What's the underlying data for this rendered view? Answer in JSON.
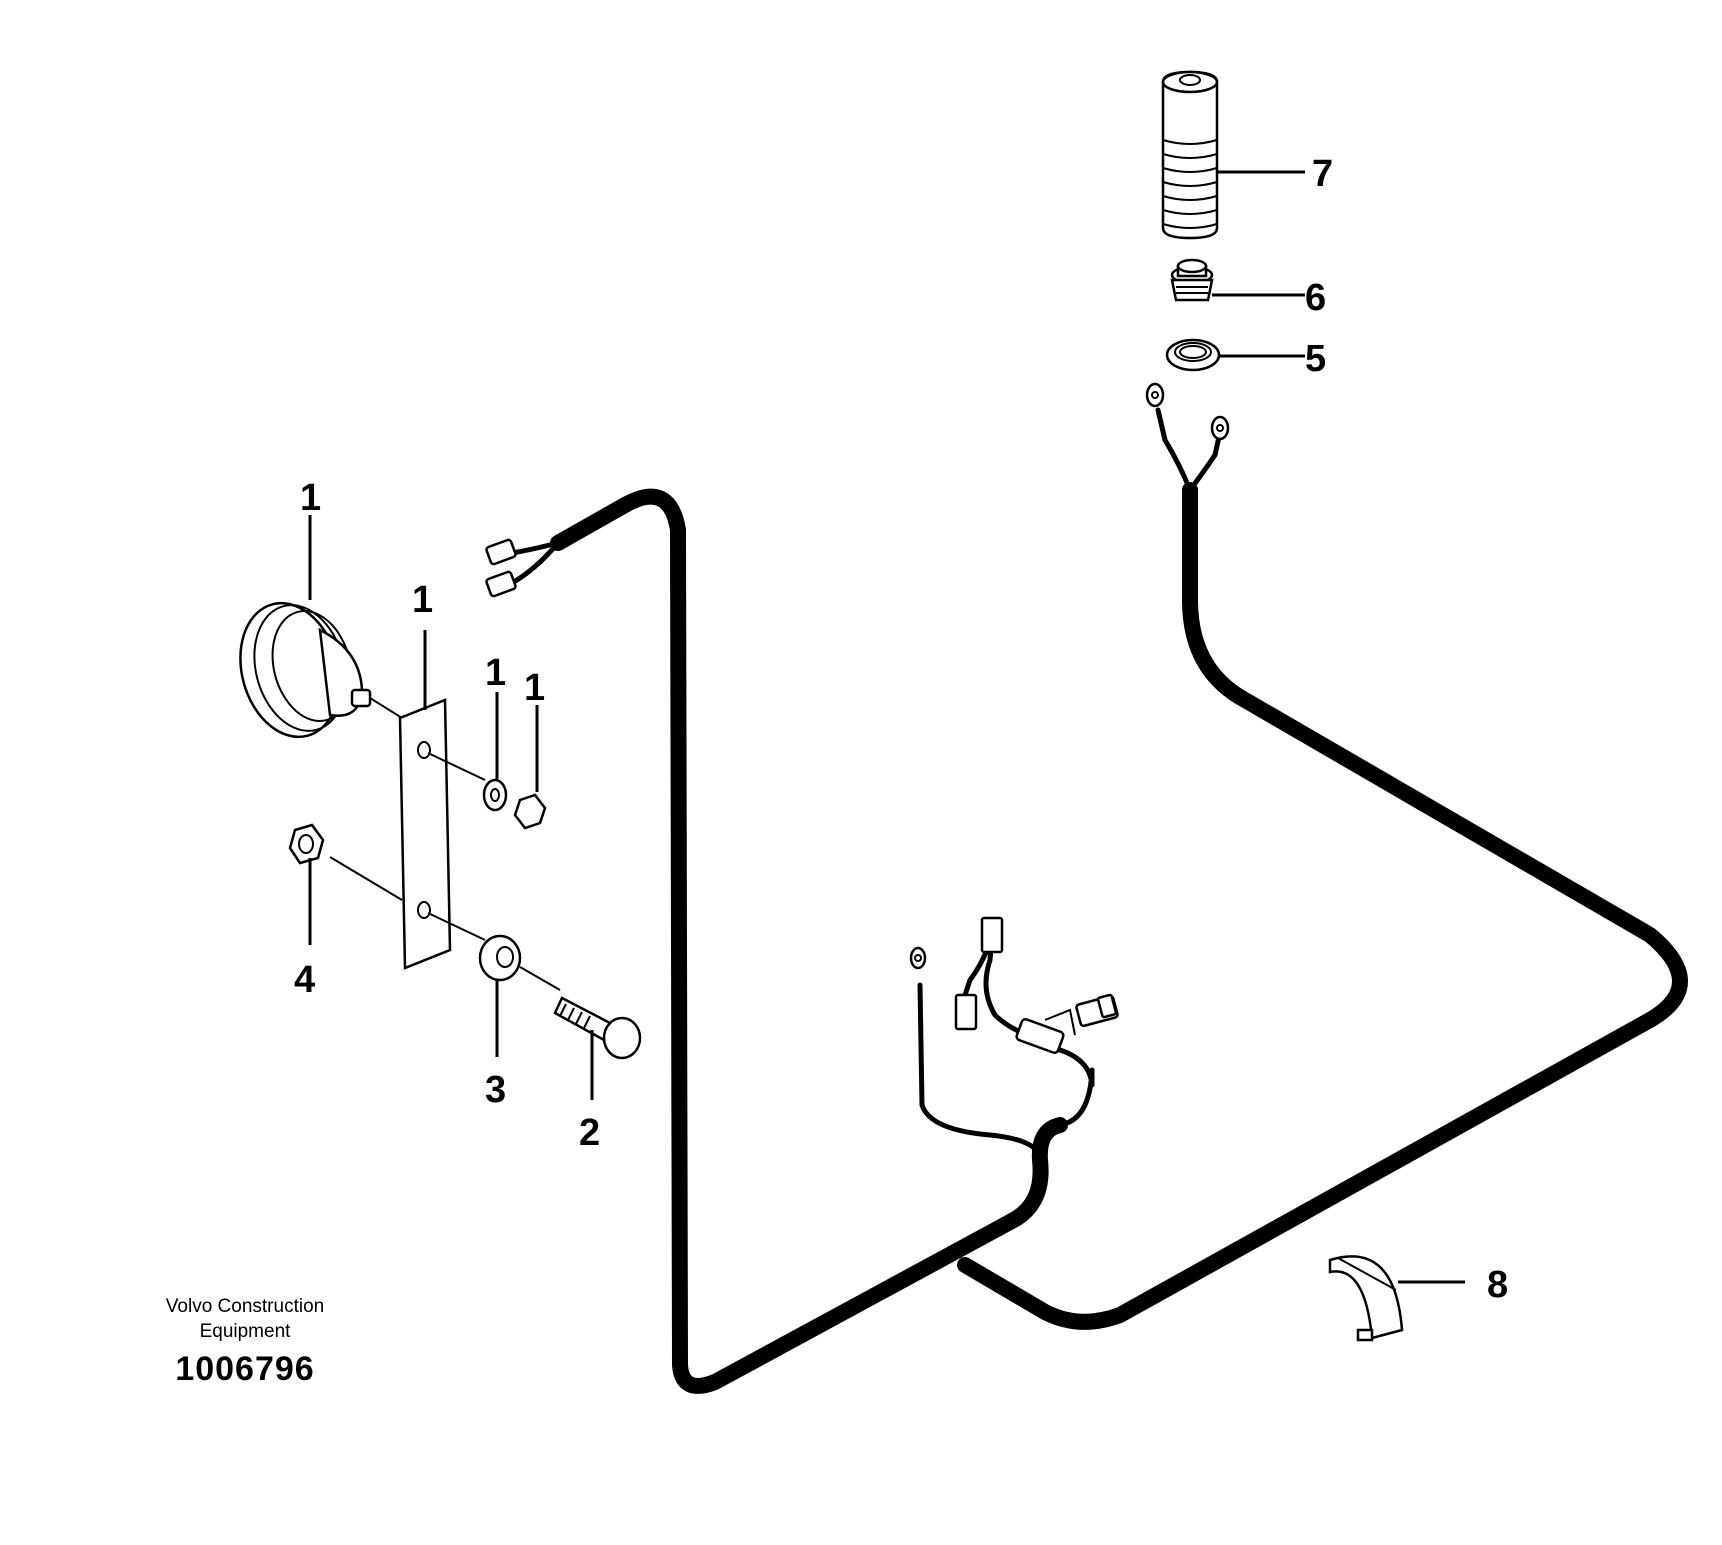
{
  "brand": {
    "line1": "Volvo Construction",
    "line2": "Equipment"
  },
  "drawing_number": "1006796",
  "callouts": {
    "horn": "1",
    "bracket": "1",
    "washer_small": "1",
    "nut_small": "1",
    "bolt": "2",
    "spacer": "3",
    "nut": "4",
    "ring": "5",
    "switch": "6",
    "boot": "7",
    "clip": "8"
  }
}
